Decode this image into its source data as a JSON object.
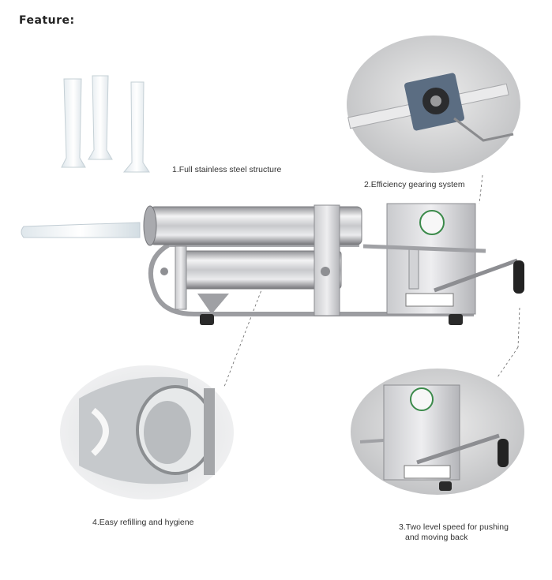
{
  "title": "Feature:",
  "captions": {
    "c1": "1.Full stainless steel structure",
    "c2": "2.Efficiency gearing system",
    "c3a": "3.Two level speed for pushing",
    "c3b": "and moving back",
    "c4": "4.Easy refilling and hygiene"
  },
  "colors": {
    "steel_light": "#e8e8ea",
    "steel_mid": "#b7b8bc",
    "steel_dark": "#6d6e73",
    "circle_bg": "#d6d7d8"
  }
}
